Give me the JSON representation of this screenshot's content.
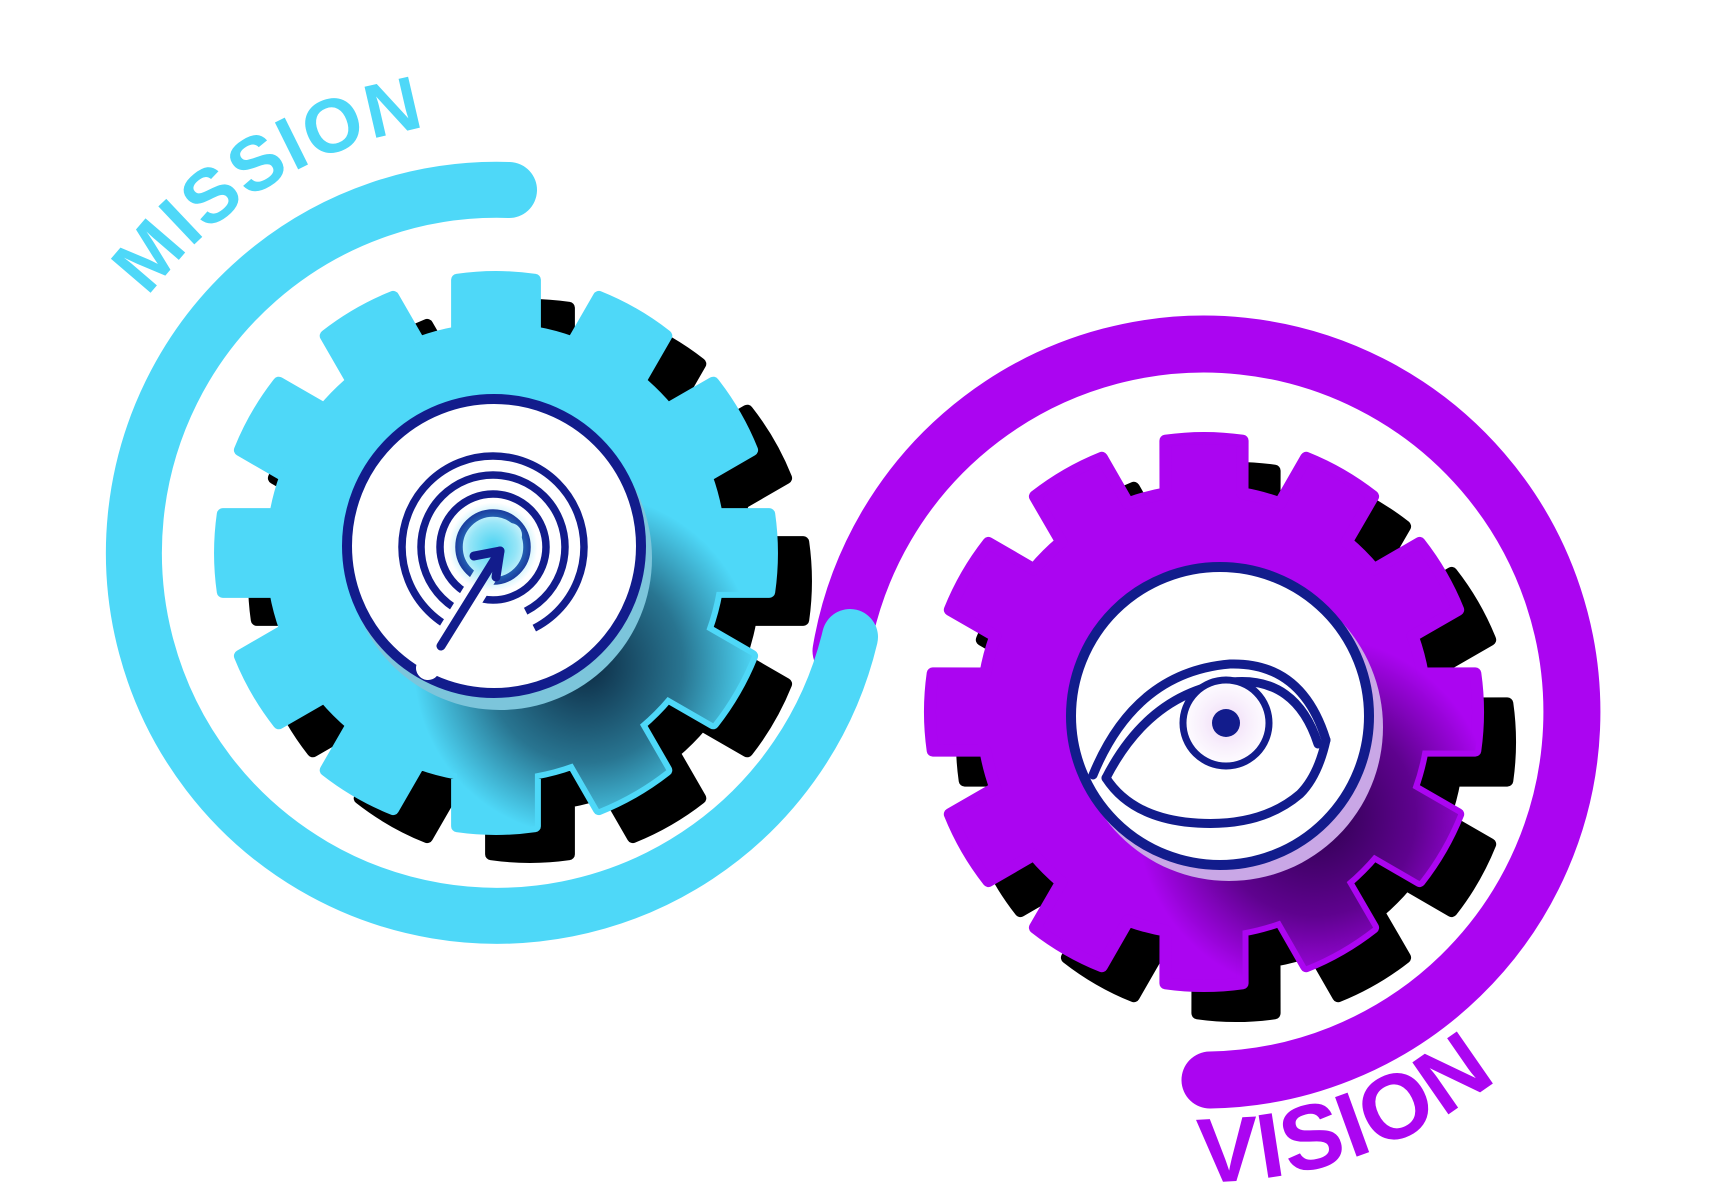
{
  "diagram_title": "Mission and Vision gears",
  "mission": {
    "label": "MISSION",
    "icon": "target-arrow-icon",
    "color": "#4ED8F8"
  },
  "vision": {
    "label": "VISION",
    "icon": "eye-icon",
    "color": "#AB05F1"
  },
  "colors": {
    "bg": "#ffffff",
    "cyan": "#4ED8F8",
    "purple": "#AB05F1",
    "navy": "#121C8C",
    "rim_cyan": "#7CC5DB",
    "rim_purple": "#C9A7E6",
    "iris_pink": "#EFD9F6",
    "glow_cyan": "#3FD0F1",
    "shadow": "#000000"
  }
}
